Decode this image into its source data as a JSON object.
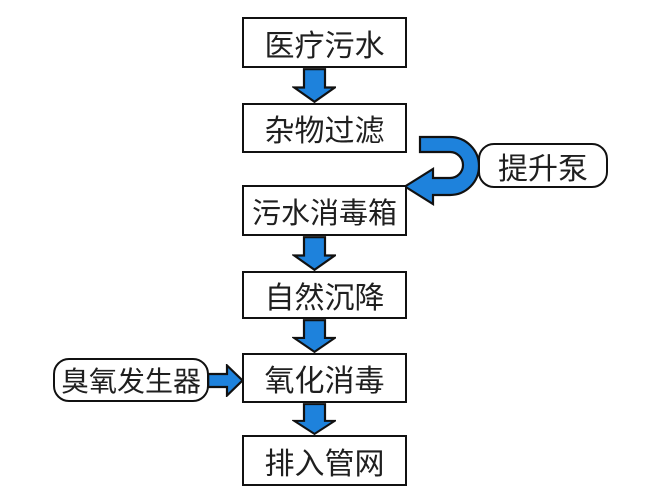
{
  "flowchart": {
    "colors": {
      "arrow_fill": "#1e82dc",
      "arrow_outline": "#111111",
      "node_border": "#111111",
      "node_bg": "#ffffff",
      "text": "#1f1f1f",
      "canvas_bg": "#ffffff"
    },
    "nodes": [
      {
        "label": "医疗污水",
        "shape": "rectangle"
      },
      {
        "label": "杂物过滤",
        "shape": "rectangle"
      },
      {
        "label": "污水消毒箱",
        "shape": "rectangle"
      },
      {
        "label": "自然沉降",
        "shape": "rectangle"
      },
      {
        "label": "氧化消毒",
        "shape": "rectangle"
      },
      {
        "label": "排入管网",
        "shape": "rectangle"
      },
      {
        "label": "提升泵",
        "shape": "rounded"
      },
      {
        "label": "臭氧发生器",
        "shape": "rounded"
      }
    ],
    "edges": [
      {
        "from": "医疗污水",
        "to": "杂物过滤",
        "style": "straight-down"
      },
      {
        "from": "杂物过滤",
        "to": "污水消毒箱",
        "style": "u-turn-via-lift-pump"
      },
      {
        "from": "污水消毒箱",
        "to": "自然沉降",
        "style": "straight-down"
      },
      {
        "from": "自然沉降",
        "to": "氧化消毒",
        "style": "straight-down"
      },
      {
        "from": "臭氧发生器",
        "to": "氧化消毒",
        "style": "straight-right"
      },
      {
        "from": "氧化消毒",
        "to": "排入管网",
        "style": "straight-down"
      }
    ]
  }
}
